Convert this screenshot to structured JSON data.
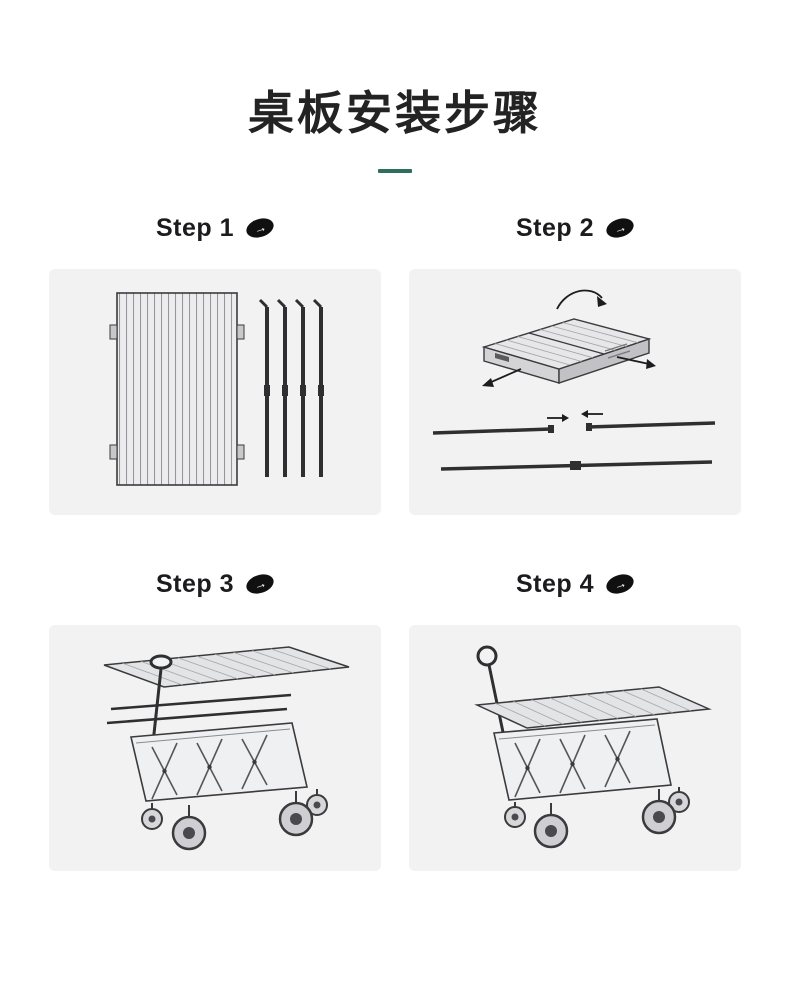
{
  "header": {
    "title": "桌板安装步骤",
    "arrow_glyph": "→"
  },
  "colors": {
    "title_underline": "#2e6e5d",
    "card_background": "#f2f2f3",
    "arrow_badge_background": "#101010",
    "line_art": "#3b3b3d"
  },
  "steps": [
    {
      "label": "Step 1",
      "illustration": "table-board-slats-and-support-poles"
    },
    {
      "label": "Step 2",
      "illustration": "folded-table-board-and-telescopic-poles"
    },
    {
      "label": "Step 3",
      "illustration": "placing-table-board-on-folding-wagon"
    },
    {
      "label": "Step 4",
      "illustration": "wagon-with-table-board-installed"
    }
  ]
}
